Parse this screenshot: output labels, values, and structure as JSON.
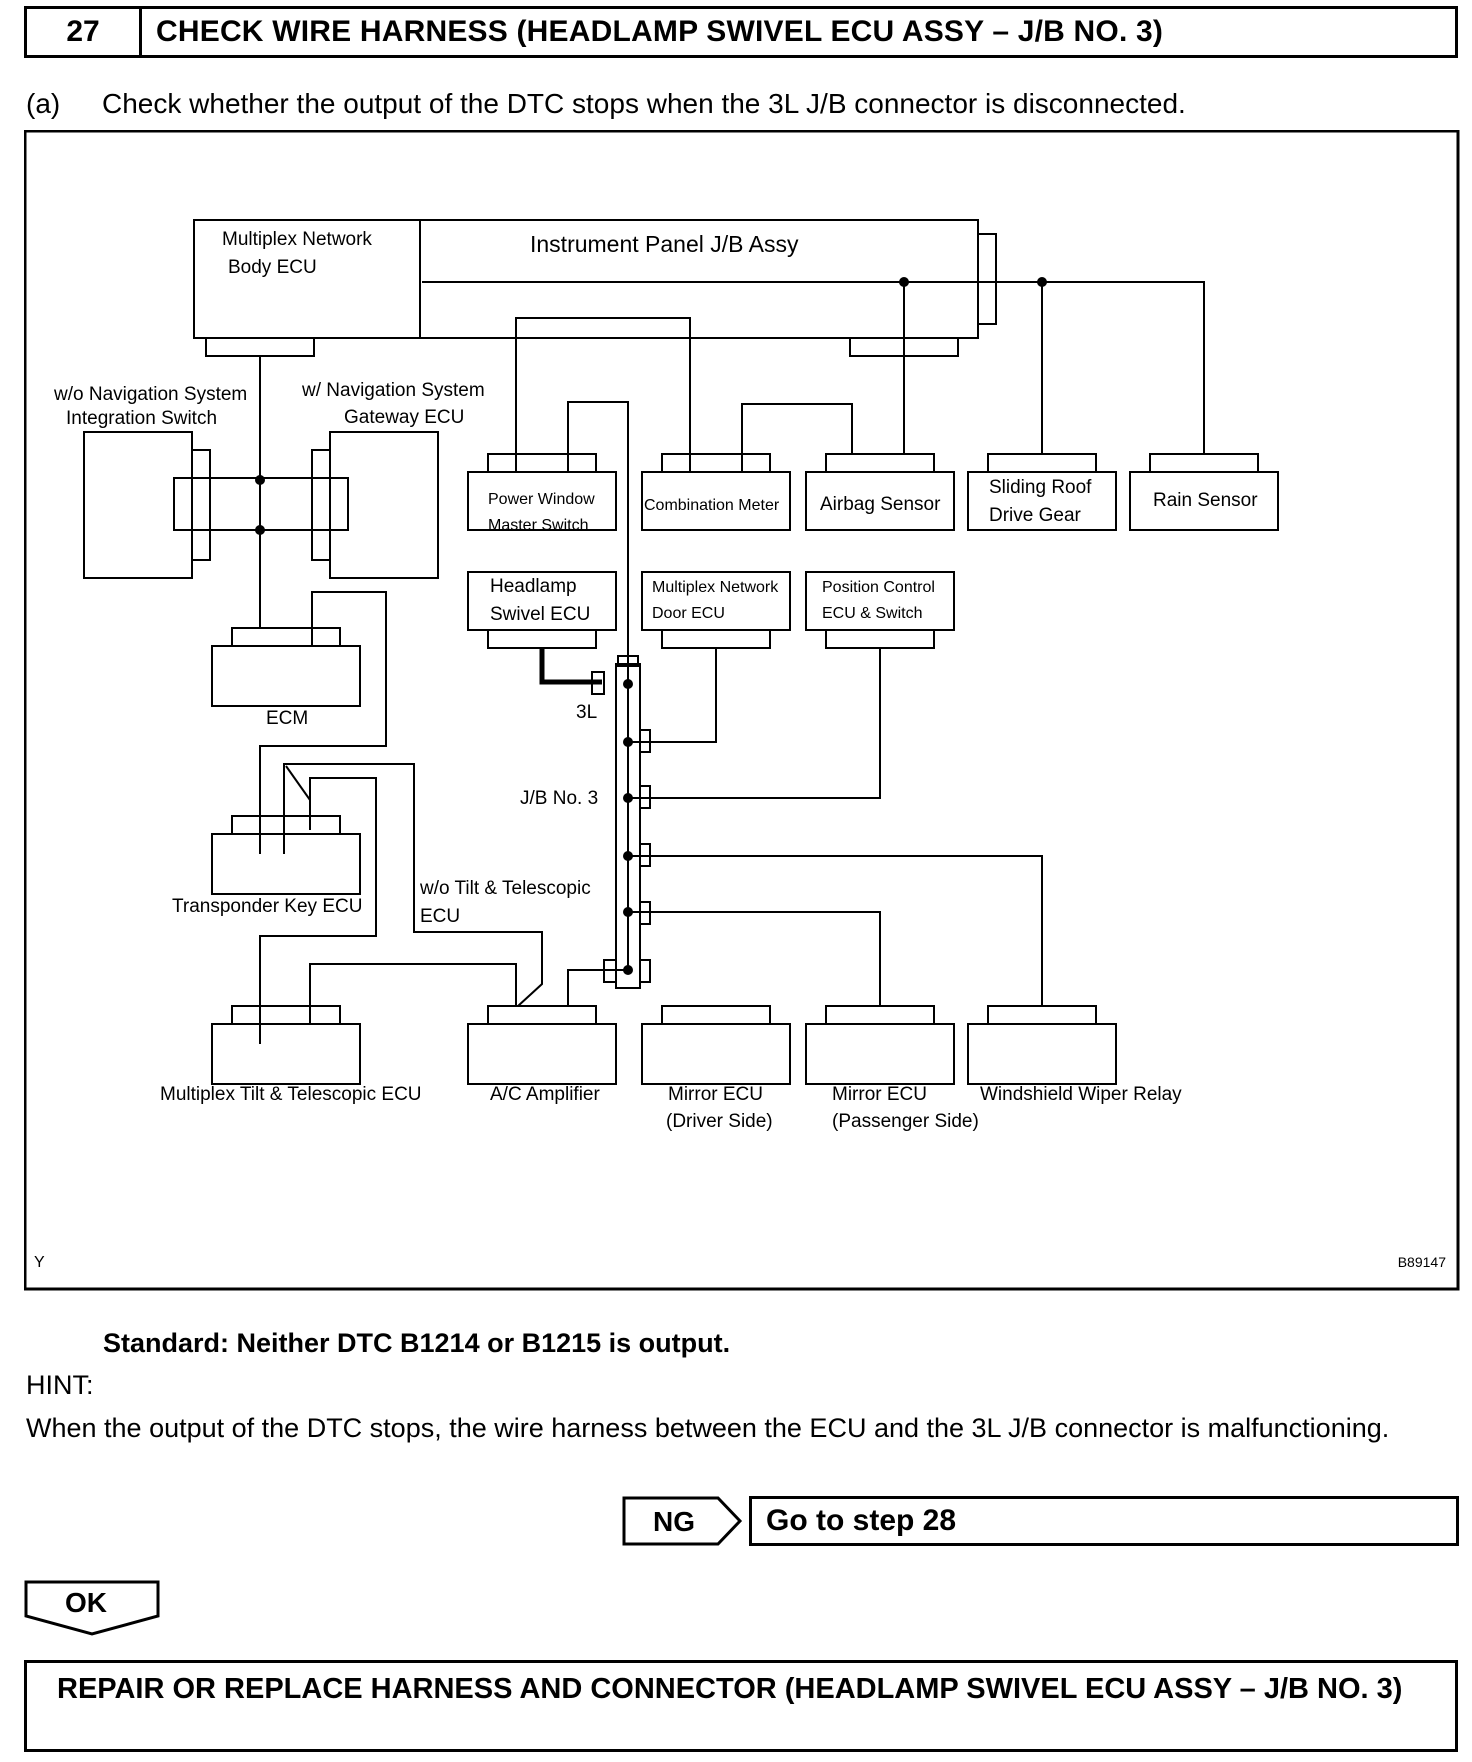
{
  "header": {
    "step_number": "27",
    "title": "CHECK WIRE HARNESS (HEADLAMP SWIVEL ECU ASSY – J/B NO. 3)"
  },
  "instruction": {
    "label": "(a)",
    "text": "Check whether the output of the DTC stops when the 3L J/B connector is disconnected."
  },
  "diagram": {
    "labels": {
      "mpx_body_ecu_1": "Multiplex Network",
      "mpx_body_ecu_2": "Body ECU",
      "ip_jb": "Instrument Panel J/B Assy",
      "wo_nav_1": "w/o Navigation System",
      "wo_nav_2": "Integration Switch",
      "w_nav_1": "w/ Navigation System",
      "w_nav_2": "Gateway ECU",
      "pw_1": "Power Window",
      "pw_2": "Master Switch",
      "combination_meter": "Combination Meter",
      "airbag_sensor": "Airbag Sensor",
      "sliding_roof_1": "Sliding Roof",
      "sliding_roof_2": "Drive Gear",
      "rain_sensor": "Rain Sensor",
      "headlamp_1": "Headlamp",
      "headlamp_2": "Swivel ECU",
      "mpx_door_1": "Multiplex Network",
      "mpx_door_2": "Door ECU",
      "position_1": "Position Control",
      "position_2": "ECU & Switch",
      "ecm": "ECM",
      "connector_3l": "3L",
      "jb_no3": "J/B No. 3",
      "transponder": "Transponder Key ECU",
      "wo_tilt_1": "w/o Tilt & Telescopic",
      "wo_tilt_2": "ECU",
      "mpx_tilt": "Multiplex Tilt & Telescopic ECU",
      "ac_amp": "A/C Amplifier",
      "mirror_driver_1": "Mirror ECU",
      "mirror_driver_2": "(Driver Side)",
      "mirror_pass_1": "Mirror ECU",
      "mirror_pass_2": "(Passenger Side)",
      "wiper_relay": "Windshield Wiper Relay",
      "corner_y": "Y",
      "figure_id": "B89147"
    }
  },
  "standard": "Standard: Neither DTC B1214 or B1215 is output.",
  "hint": {
    "label": "HINT:",
    "text": "When the output of the DTC stops, the wire harness between the ECU and the 3L J/B connector is malfunctioning."
  },
  "ng": {
    "label": "NG",
    "action": "Go to step 28"
  },
  "ok": {
    "label": "OK"
  },
  "final_step": "REPAIR OR REPLACE HARNESS AND CONNECTOR (HEADLAMP SWIVEL ECU ASSY – J/B NO. 3)"
}
